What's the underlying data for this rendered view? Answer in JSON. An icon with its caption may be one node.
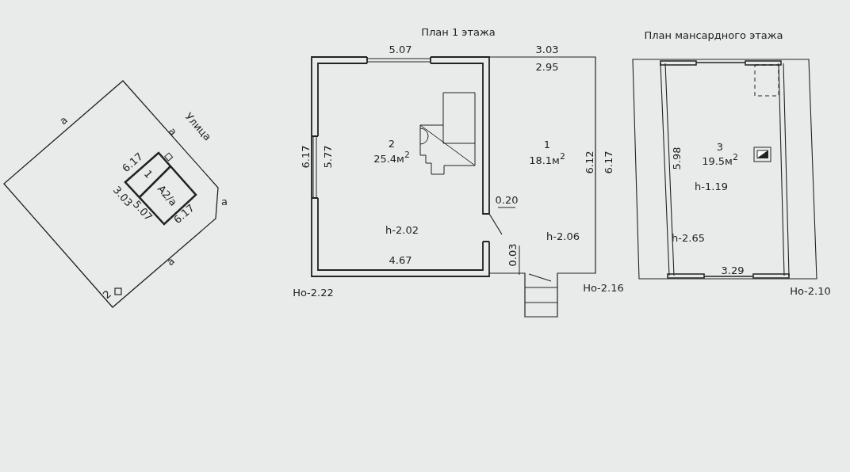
{
  "diagram": {
    "nodes": [
      {
        "text": [
          "1"
        ]
      },
      {
        "text": [
          "А2/а"
        ]
      },
      {
        "text": [
          "2",
          "25.4м$^{2}$",
          "h-2.02"
        ]
      },
      {
        "text": [
          "1",
          "18.1м$^{2}$",
          "h-2.06"
        ]
      },
      {
        "text": [
          "3",
          "19.5м$^{2}$",
          "h-1.19",
          "h-2.65"
        ]
      }
    ],
    "edges": [],
    "labels": [
      "План 1 этажа",
      "План мансардного этажа",
      "а",
      "а",
      "Улица",
      "6.17",
      "3.03",
      "5.07",
      "6.17",
      "а",
      "а",
      "2",
      "5.07",
      "3.03",
      "2.95",
      "6.17",
      "5.77",
      "6.12",
      "6.17",
      "0.20",
      "0.03",
      "4.67",
      "Но-2.22",
      "Но-2.16",
      "5.98",
      "3.29",
      "Но-2.10"
    ]
  }
}
